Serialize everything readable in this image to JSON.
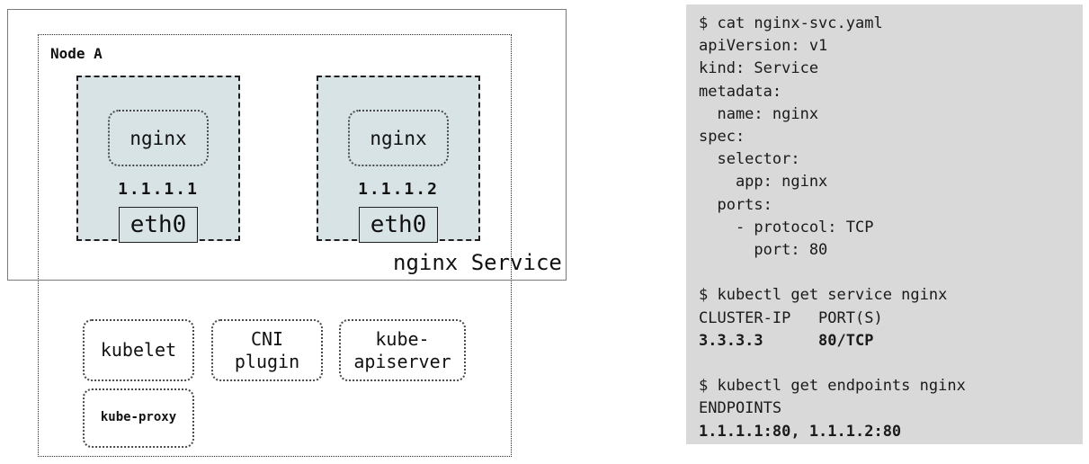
{
  "colors": {
    "pod_fill": "#d8e3e6",
    "terminal_background": "#d9d9d9",
    "diagram_border": "#7a7a7a",
    "text": "#111111"
  },
  "diagram": {
    "service_label": "nginx Service",
    "node_label": "Node A",
    "pods": [
      {
        "app": "nginx",
        "ip": "1.1.1.1",
        "iface": "eth0"
      },
      {
        "app": "nginx",
        "ip": "1.1.1.2",
        "iface": "eth0"
      }
    ],
    "components": [
      {
        "label": "kubelet"
      },
      {
        "label": "CNI\nplugin"
      },
      {
        "label": "kube-\napiserver"
      },
      {
        "label": "kube-proxy"
      }
    ]
  },
  "terminal": {
    "lines": [
      {
        "text": "$ cat nginx-svc.yaml",
        "bold": false
      },
      {
        "text": "apiVersion: v1",
        "bold": false
      },
      {
        "text": "kind: Service",
        "bold": false
      },
      {
        "text": "metadata:",
        "bold": false
      },
      {
        "text": "  name: nginx",
        "bold": false
      },
      {
        "text": "spec:",
        "bold": false
      },
      {
        "text": "  selector:",
        "bold": false
      },
      {
        "text": "    app: nginx",
        "bold": false
      },
      {
        "text": "  ports:",
        "bold": false
      },
      {
        "text": "    - protocol: TCP",
        "bold": false
      },
      {
        "text": "      port: 80",
        "bold": false
      },
      {
        "text": "",
        "bold": false
      },
      {
        "text": "$ kubectl get service nginx",
        "bold": false
      },
      {
        "text": "CLUSTER-IP   PORT(S)",
        "bold": false
      },
      {
        "text": "3.3.3.3      80/TCP",
        "bold": true
      },
      {
        "text": "",
        "bold": false
      },
      {
        "text": "$ kubectl get endpoints nginx",
        "bold": false
      },
      {
        "text": "ENDPOINTS",
        "bold": false
      },
      {
        "text": "1.1.1.1:80, 1.1.1.2:80",
        "bold": true
      }
    ]
  }
}
